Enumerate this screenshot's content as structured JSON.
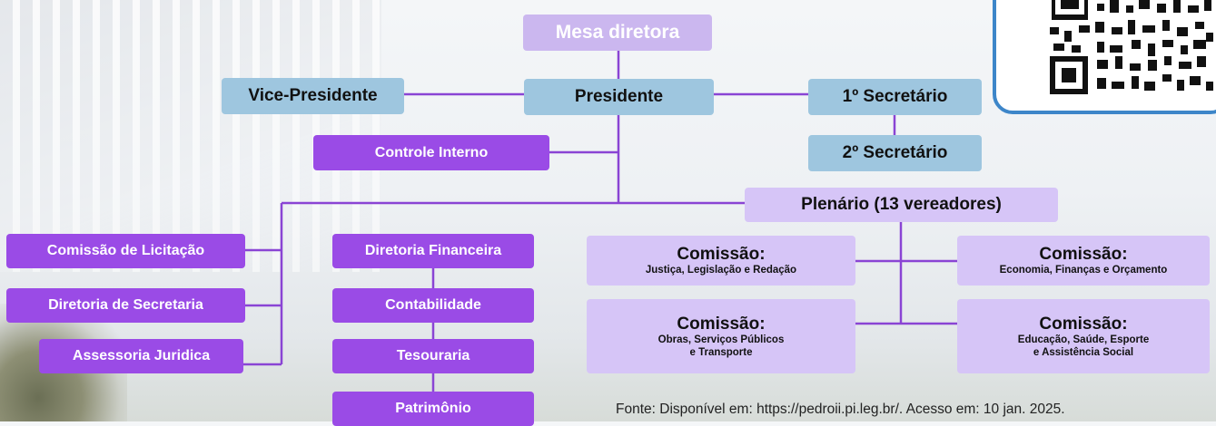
{
  "chart": {
    "top": "Mesa diretora",
    "president": "Presidente",
    "vice": "Vice-Presidente",
    "secretary1": "1º Secretário",
    "secretary2": "2º Secretário",
    "internal_control": "Controle Interno",
    "plenary": "Plenário (13 vereadores)",
    "left_column": [
      "Comissão de Licitação",
      "Diretoria de Secretaria",
      "Assessoria Juridica"
    ],
    "finance_column": [
      "Diretoria Financeira",
      "Contabilidade",
      "Tesouraria",
      "Patrimônio"
    ],
    "commissions": [
      {
        "title": "Comissão:",
        "sub1": "Justiça, Legislação e Redação",
        "sub2": ""
      },
      {
        "title": "Comissão:",
        "sub1": "Economia, Finanças e Orçamento",
        "sub2": ""
      },
      {
        "title": "Comissão:",
        "sub1": "Obras, Serviços Públicos",
        "sub2": "e Transporte"
      },
      {
        "title": "Comissão:",
        "sub1": "Educação, Saúde, Esporte",
        "sub2": "e Assistência Social"
      }
    ]
  },
  "source": "Fonte: Disponível em: https://pedroii.pi.leg.br/. Acesso em: 10 jan. 2025.",
  "colors": {
    "line": "#8a44d4",
    "blue_box": "#9ec6df",
    "purple_box": "#9a4be6",
    "lilac_box": "#d6c5f7",
    "panel_border": "#3d86c9"
  },
  "icons": [
    "qr-code-icon"
  ]
}
